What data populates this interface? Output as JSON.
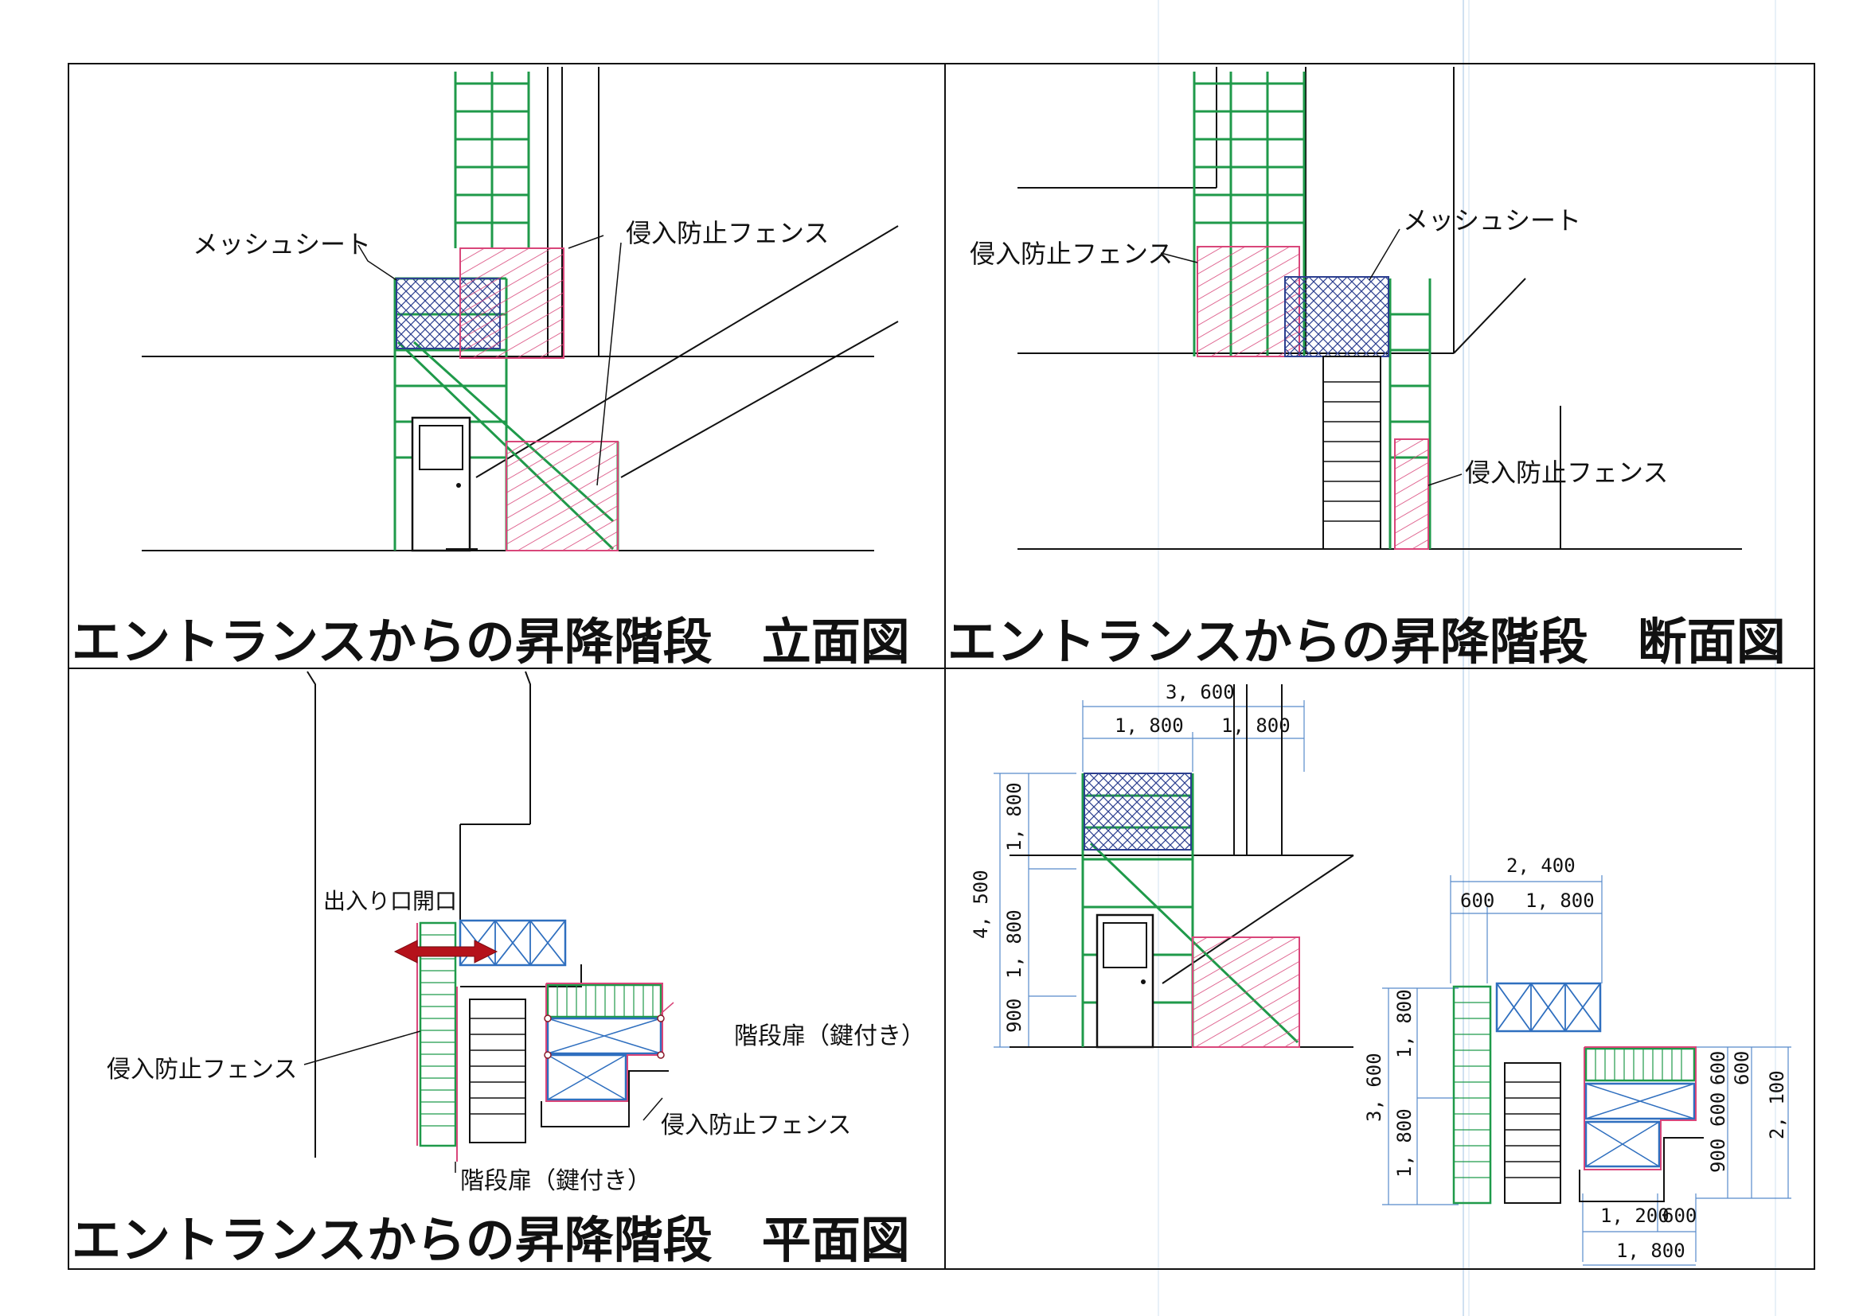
{
  "panels": {
    "elevation": {
      "title": "エントランスからの昇降階段　立面図",
      "label_mesh": "メッシュシート",
      "label_fence": "侵入防止フェンス"
    },
    "section": {
      "title": "エントランスからの昇降階段　断面図",
      "label_fence_left": "侵入防止フェンス",
      "label_mesh": "メッシュシート",
      "label_fence_right": "侵入防止フェンス"
    },
    "plan": {
      "title": "エントランスからの昇降階段　平面図",
      "label_opening": "出入り口開口",
      "label_door_right": "階段扉（鍵付き）",
      "label_fence_left": "侵入防止フェンス",
      "label_fence_right": "侵入防止フェンス",
      "label_door_bottom": "階段扉（鍵付き）"
    },
    "dimensions": {
      "elev_total_width": "3, 600",
      "elev_width_a": "1, 800",
      "elev_width_b": "1, 800",
      "elev_total_height": "4, 500",
      "elev_height_top": "1, 800",
      "elev_height_mid": "1, 800",
      "elev_height_bottom": "900",
      "plan_total_width": "2, 400",
      "plan_width_a": "600",
      "plan_width_b": "1, 800",
      "plan_total_depth": "3, 600",
      "plan_depth_top": "1, 800",
      "plan_depth_bottom": "1, 800",
      "plan_right_a": "600",
      "plan_right_b": "600",
      "plan_right_c": "600",
      "plan_right_d": "900",
      "plan_right_total": "2, 100",
      "plan_bottom_a": "1, 200",
      "plan_bottom_b": "600",
      "plan_bottom_total": "1, 800"
    }
  },
  "colors": {
    "scaffold": "#1f9a4a",
    "fence": "#d9467a",
    "mesh": "#2c3f8f",
    "blue_frame": "#2f6fbf",
    "arrow": "#b5121b",
    "line": "#111111"
  }
}
